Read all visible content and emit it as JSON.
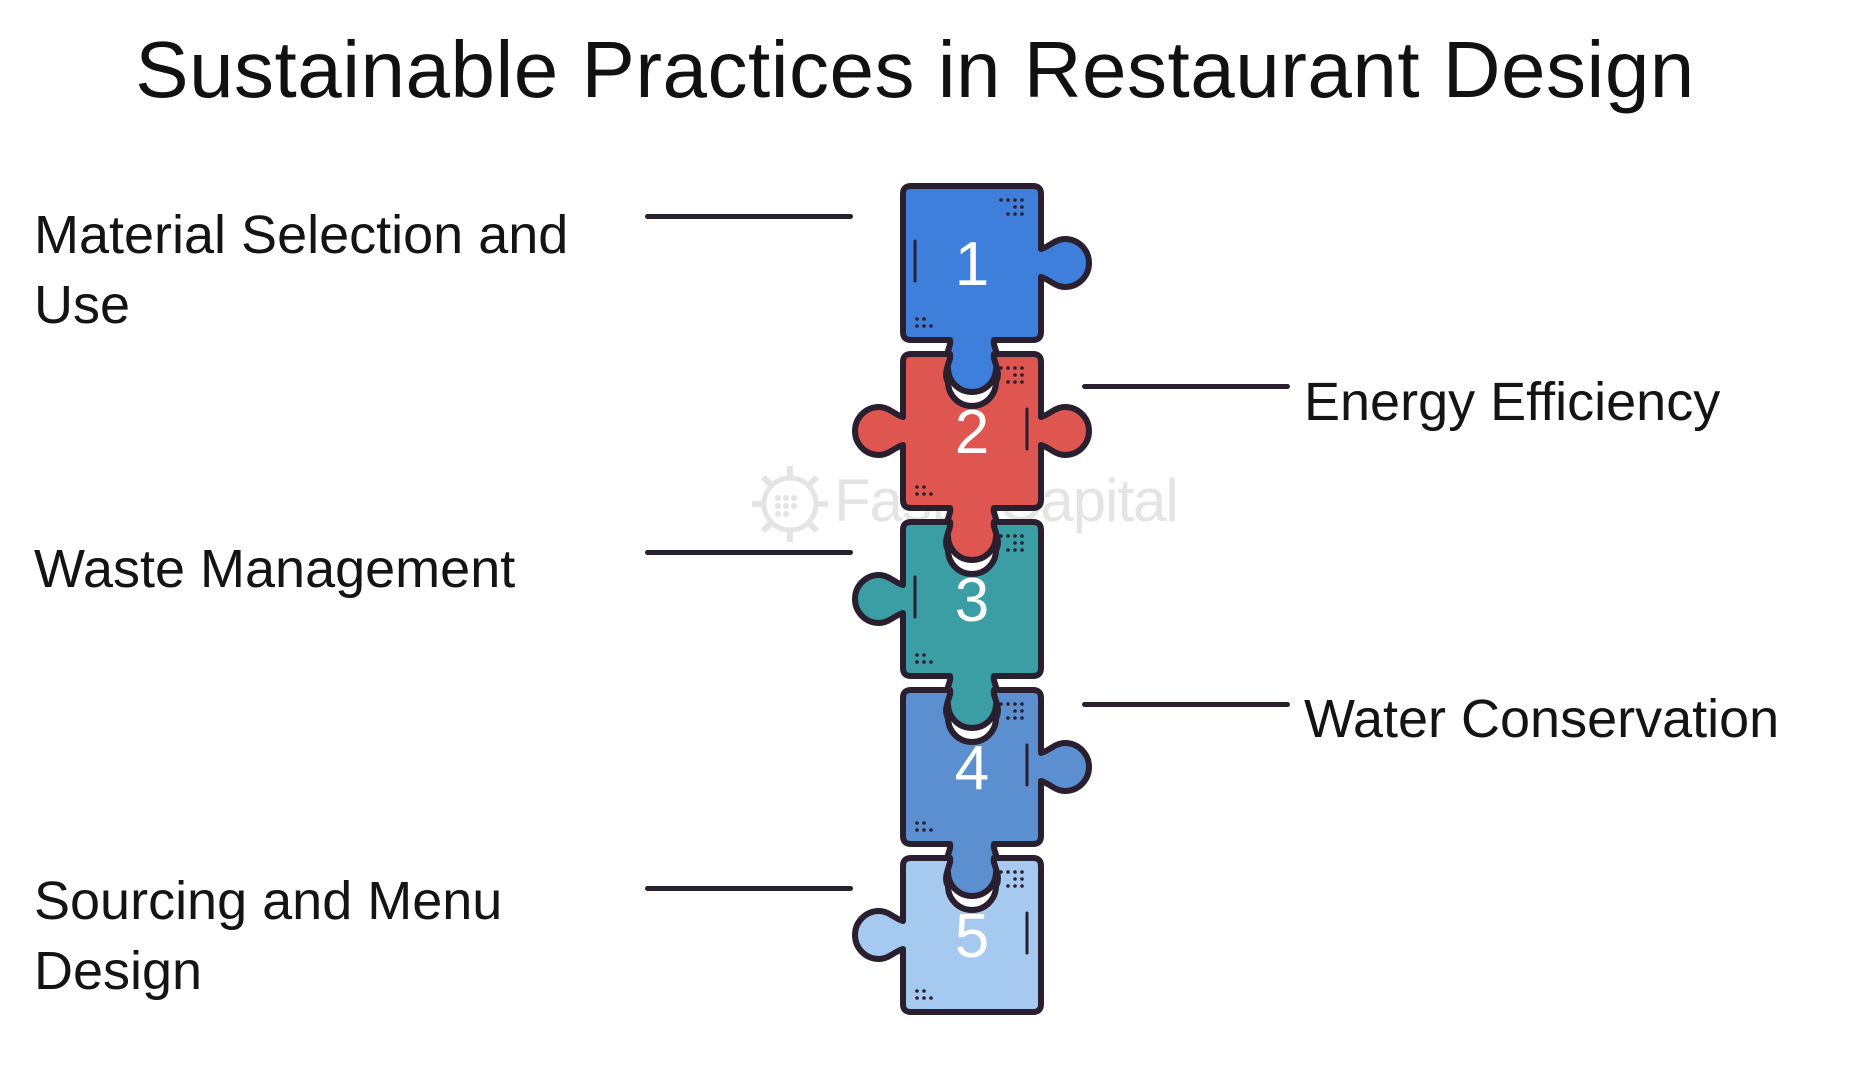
{
  "title": "Sustainable Practices in Restaurant Design",
  "watermark": "FasterCapital",
  "pieces": [
    {
      "number": "1",
      "color": "#3f7fdc",
      "label": "Material Selection and Use",
      "side": "left"
    },
    {
      "number": "2",
      "color": "#de564f",
      "label": "Energy Efficiency",
      "side": "right"
    },
    {
      "number": "3",
      "color": "#3a9ea4",
      "label": "Waste Management",
      "side": "left"
    },
    {
      "number": "4",
      "color": "#5b8fcf",
      "label": "Water Conservation",
      "side": "right"
    },
    {
      "number": "5",
      "color": "#a6c9ef",
      "label": "Sourcing and Menu Design",
      "side": "left"
    }
  ],
  "outline_color": "#2a1f2e"
}
